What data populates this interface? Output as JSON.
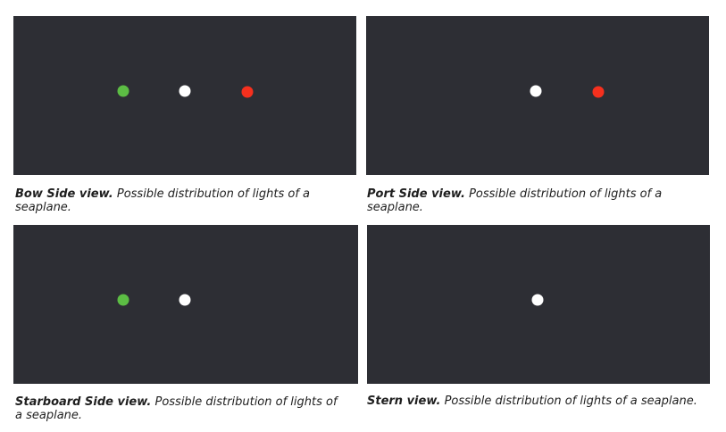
{
  "colors": {
    "panel_bg": "#2d2e34",
    "green_light": "#5cbd44",
    "white_light": "#ffffff",
    "red_light": "#f5301e"
  },
  "views": [
    {
      "title": "Bow Side view.",
      "description": " Possible distribution of lights of a seaplane.",
      "lights": [
        "green",
        "white",
        "red"
      ]
    },
    {
      "title": "Port Side view.",
      "description": " Possible distribution of lights of a seaplane.",
      "lights": [
        "white",
        "red"
      ]
    },
    {
      "title": "Starboard Side view.",
      "description": " Possible distribution of lights of a seaplane.",
      "lights": [
        "green",
        "white"
      ]
    },
    {
      "title": "Stern view.",
      "description": " Possible distribution of lights of a seaplane.",
      "lights": [
        "white"
      ]
    }
  ]
}
